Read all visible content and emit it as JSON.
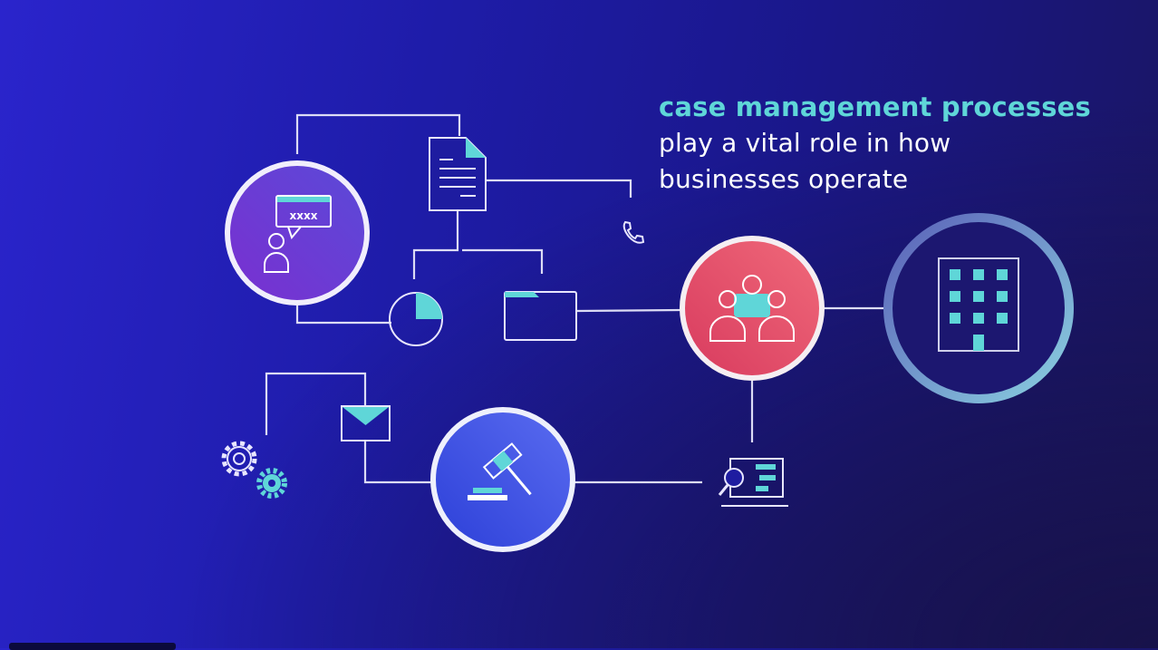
{
  "headline": {
    "highlight": "case management processes",
    "line1": "play a vital role in how",
    "line2": "businesses operate"
  },
  "chat_bubble_text": "xxxx",
  "colors": {
    "accent": "#5fd6d8",
    "line": "#e8e6ff",
    "purple_node": "#6a3fd0",
    "red_node": "#e6506b",
    "blue_node": "#3f57e6"
  }
}
